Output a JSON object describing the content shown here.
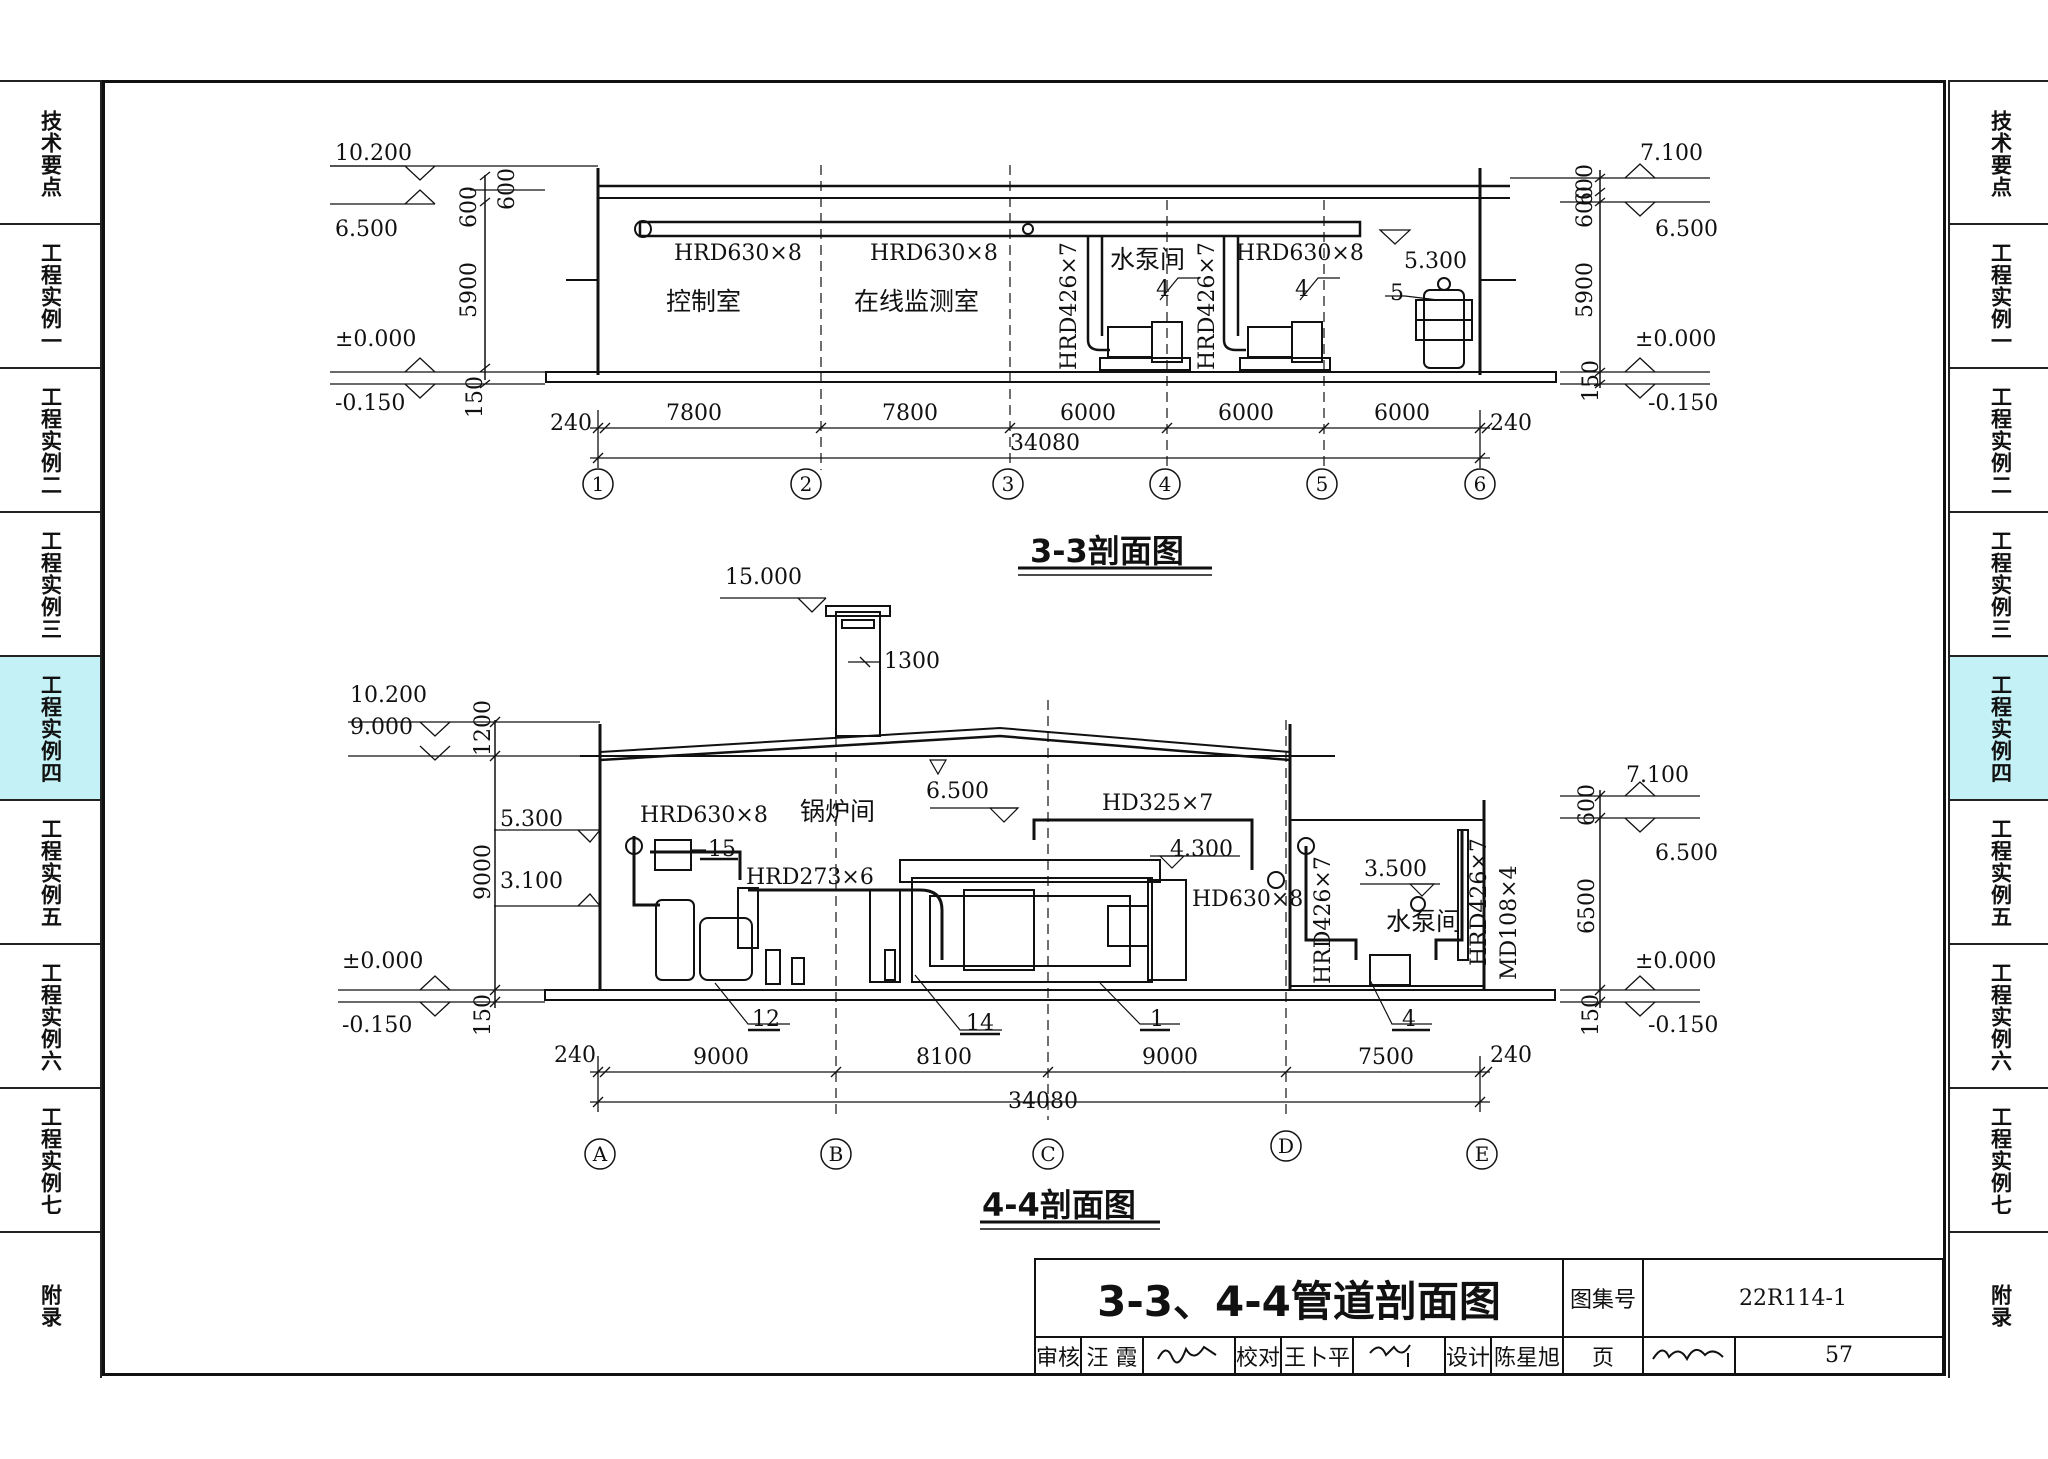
{
  "left_tabs": [
    {
      "label": "技术要点",
      "active": false
    },
    {
      "label": "工程实例一",
      "active": false
    },
    {
      "label": "工程实例二",
      "active": false
    },
    {
      "label": "工程实例三",
      "active": false
    },
    {
      "label": "工程实例四",
      "active": true
    },
    {
      "label": "工程实例五",
      "active": false
    },
    {
      "label": "工程实例六",
      "active": false
    },
    {
      "label": "工程实例七",
      "active": false
    },
    {
      "label": "附录",
      "active": false
    }
  ],
  "right_tabs": [
    {
      "label": "技术要点",
      "active": false
    },
    {
      "label": "工程实例一",
      "active": false
    },
    {
      "label": "工程实例二",
      "active": false
    },
    {
      "label": "工程实例三",
      "active": false
    },
    {
      "label": "工程实例四",
      "active": true
    },
    {
      "label": "工程实例五",
      "active": false
    },
    {
      "label": "工程实例六",
      "active": false
    },
    {
      "label": "工程实例七",
      "active": false
    },
    {
      "label": "附录",
      "active": false
    }
  ],
  "section33": {
    "title": "3-3剖面图",
    "left_elev": {
      "top": "10.200",
      "mid": "6.500",
      "zero": "±0.000",
      "base": "-0.150"
    },
    "right_elev": {
      "top": "7.100",
      "mid": "6.500",
      "zero": "±0.000",
      "base": "-0.150"
    },
    "left_dims": {
      "d600": "600",
      "d5900": "5900",
      "d150": "150"
    },
    "right_dims": {
      "d600a": "600",
      "d600b": "600",
      "d5900": "5900",
      "d150": "150"
    },
    "dims": [
      "7800",
      "7800",
      "6000",
      "6000",
      "6000"
    ],
    "edge_left": "240",
    "edge_right": "240",
    "total": "34080",
    "axes": [
      "1",
      "2",
      "3",
      "4",
      "5",
      "6"
    ],
    "rooms": {
      "control": "控制室",
      "monitor": "在线监测室",
      "pump": "水泵间"
    },
    "pipes": {
      "main1": "HRD630×8",
      "main2": "HRD630×8",
      "main3": "HRD630×8",
      "riser1": "HRD426×7",
      "riser2": "HRD426×7"
    },
    "elev_530": "5.300",
    "tags": {
      "t4a": "4",
      "t4b": "4",
      "t5": "5"
    }
  },
  "section44": {
    "title": "4-4剖面图",
    "chimney_elev": "15.000",
    "chimney_dim": "1300",
    "left_elev": {
      "top": "10.200",
      "e9": "9.000",
      "e53": "5.300",
      "e31": "3.100",
      "zero": "±0.000",
      "base": "-0.150"
    },
    "right_elev": {
      "top": "7.100",
      "mid": "6.500",
      "zero": "±0.000",
      "base": "-0.150"
    },
    "left_dims": {
      "d1200": "1200",
      "d9000": "9000",
      "d150": "150"
    },
    "right_dims": {
      "d600": "600",
      "d6500": "6500",
      "d150": "150"
    },
    "inner_elev": {
      "e65": "6.500",
      "e43": "4.300",
      "e35": "3.500"
    },
    "dims": [
      "9000",
      "8100",
      "9000",
      "7500"
    ],
    "edge_left": "240",
    "edge_right": "240",
    "total": "34080",
    "axes": [
      "A",
      "B",
      "C",
      "D",
      "E"
    ],
    "rooms": {
      "boiler": "锅炉间",
      "pump": "水泵间"
    },
    "pipes": {
      "p630": "HRD630×8",
      "p273": "HRD273×6",
      "p325": "HD325×7",
      "h630": "HD630×8",
      "r426a": "HRD426×7",
      "r426b": "HRD426×7",
      "md108": "MD108×4"
    },
    "tags": {
      "t15": "15",
      "t12": "12",
      "t14": "14",
      "t1": "1",
      "t4": "4"
    }
  },
  "title_block": {
    "title": "3-3、4-4管道剖面图",
    "atlas_label": "图集号",
    "atlas_no": "22R114-1",
    "review_label": "审核",
    "review_name": "汪 霞",
    "check_label": "校对",
    "check_name": "王卜平",
    "design_label": "设计",
    "design_name": "陈星旭",
    "page_label": "页",
    "page_no": "57"
  }
}
